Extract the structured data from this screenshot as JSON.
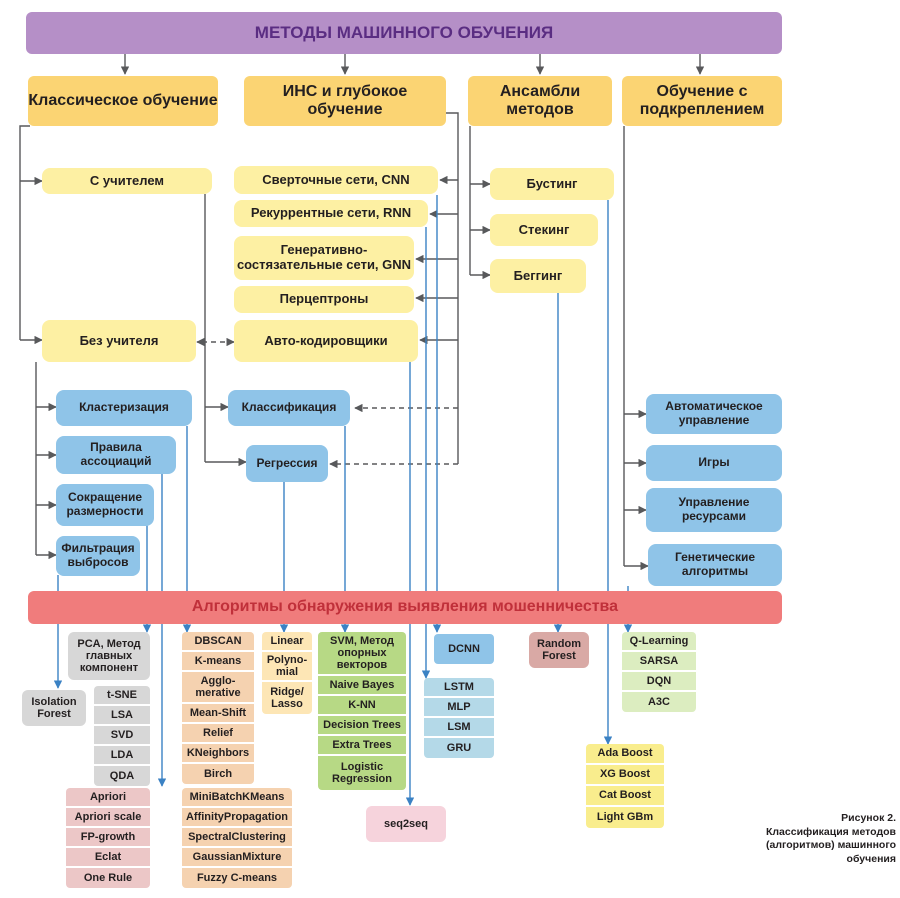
{
  "title": "МЕТОДЫ МАШИННОГО ОБУЧЕНИЯ",
  "categories": {
    "classic": "Классическое обучение",
    "ann": "ИНС и глубокое обучение",
    "ensembles": "Ансамбли методов",
    "rl": "Обучение с подкреплением"
  },
  "classic_sub": {
    "supervised": "С учителем",
    "unsupervised": "Без учителя"
  },
  "unsupervised_tasks": {
    "clustering": "Кластеризация",
    "association": "Правила ассоциаций",
    "dimred": "Сокращение размерности",
    "outliers": "Фильтрация выбросов"
  },
  "supervised_tasks": {
    "classification": "Классификация",
    "regression": "Регрессия"
  },
  "ann_items": {
    "cnn": "Сверточные сети, CNN",
    "rnn": "Рекуррентные сети, RNN",
    "gnn": "Генеративно-состязательные сети, GNN",
    "perceptrons": "Перцептроны",
    "autoencoders": "Авто-кодировщики"
  },
  "ensemble_items": {
    "boosting": "Бустинг",
    "stacking": "Стекинг",
    "bagging": "Беггинг"
  },
  "rl_items": {
    "auto_control": "Автоматическое управление",
    "games": "Игры",
    "resources": "Управление ресурсами",
    "genetic": "Генетические алгоритмы"
  },
  "fraud_bar": "Алгоритмы обнаружения выявления мошенничества",
  "algorithms": {
    "pca": "PCA, Метод главных компонент",
    "dimred_list": [
      "t-SNE",
      "LSA",
      "SVD",
      "LDA",
      "QDA"
    ],
    "isolation_forest": "Isolation Forest",
    "clustering_list": [
      "DBSCAN",
      "K-means",
      "Agglo-merative",
      "Mean-Shift",
      "Relief",
      "KNeighbors",
      "Birch"
    ],
    "clustering_list2": [
      "MiniBatchKMeans",
      "AffinityPropagation",
      "SpectralClustering",
      "GaussianMixture",
      "Fuzzy C-means"
    ],
    "association_list": [
      "Apriori",
      "Apriori scale",
      "FP-growth",
      "Eclat",
      "One Rule"
    ],
    "regression_list": [
      "Linear",
      "Polyno-mial",
      "Ridge/ Lasso"
    ],
    "classification_list": [
      "SVM, Метод опорных векторов",
      "Naive Bayes",
      "K-NN",
      "Decision Trees",
      "Extra Trees",
      "Logistic Regression"
    ],
    "seq2seq": "seq2seq",
    "dcnn": "DCNN",
    "nn_list": [
      "LSTM",
      "MLP",
      "LSM",
      "GRU"
    ],
    "random_forest": "Random Forest",
    "rl_list": [
      "Q-Learning",
      "SARSA",
      "DQN",
      "A3C"
    ],
    "boosting_list": [
      "Ada Boost",
      "XG Boost",
      "Cat Boost",
      "Light GBm"
    ]
  },
  "caption": {
    "line1": "Рисунок 2.",
    "line2": "Классификация методов (алгоритмов) машинного обучения"
  },
  "colors": {
    "line": "#58595b",
    "arrow_blue": "#3b82c4"
  }
}
